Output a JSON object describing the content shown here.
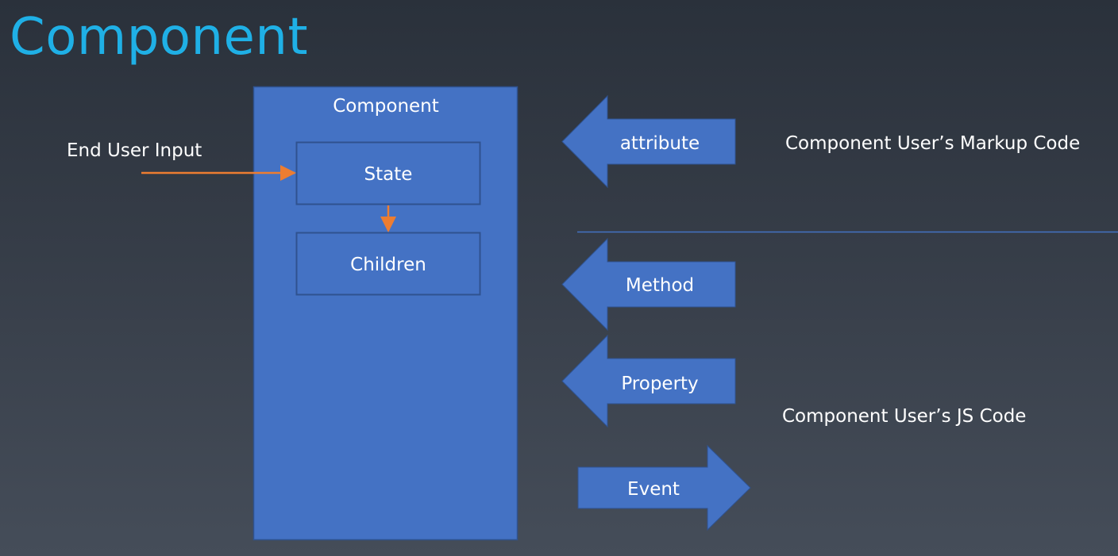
{
  "title": "Component",
  "colors": {
    "title": "#1fb0e6",
    "box_fill": "#4472c4",
    "box_border": "#2f528f",
    "flow_arrow": "#ed7d31",
    "divider": "#4472c4",
    "text": "#ffffff"
  },
  "component_box": {
    "label": "Component",
    "state_label": "State",
    "children_label": "Children"
  },
  "end_user_input": "End User Input",
  "arrows": {
    "attribute": "attribute",
    "method": "Method",
    "property": "Property",
    "event": "Event"
  },
  "right_labels": {
    "markup": "Component User’s Markup Code",
    "js": "Component User’s JS Code"
  }
}
